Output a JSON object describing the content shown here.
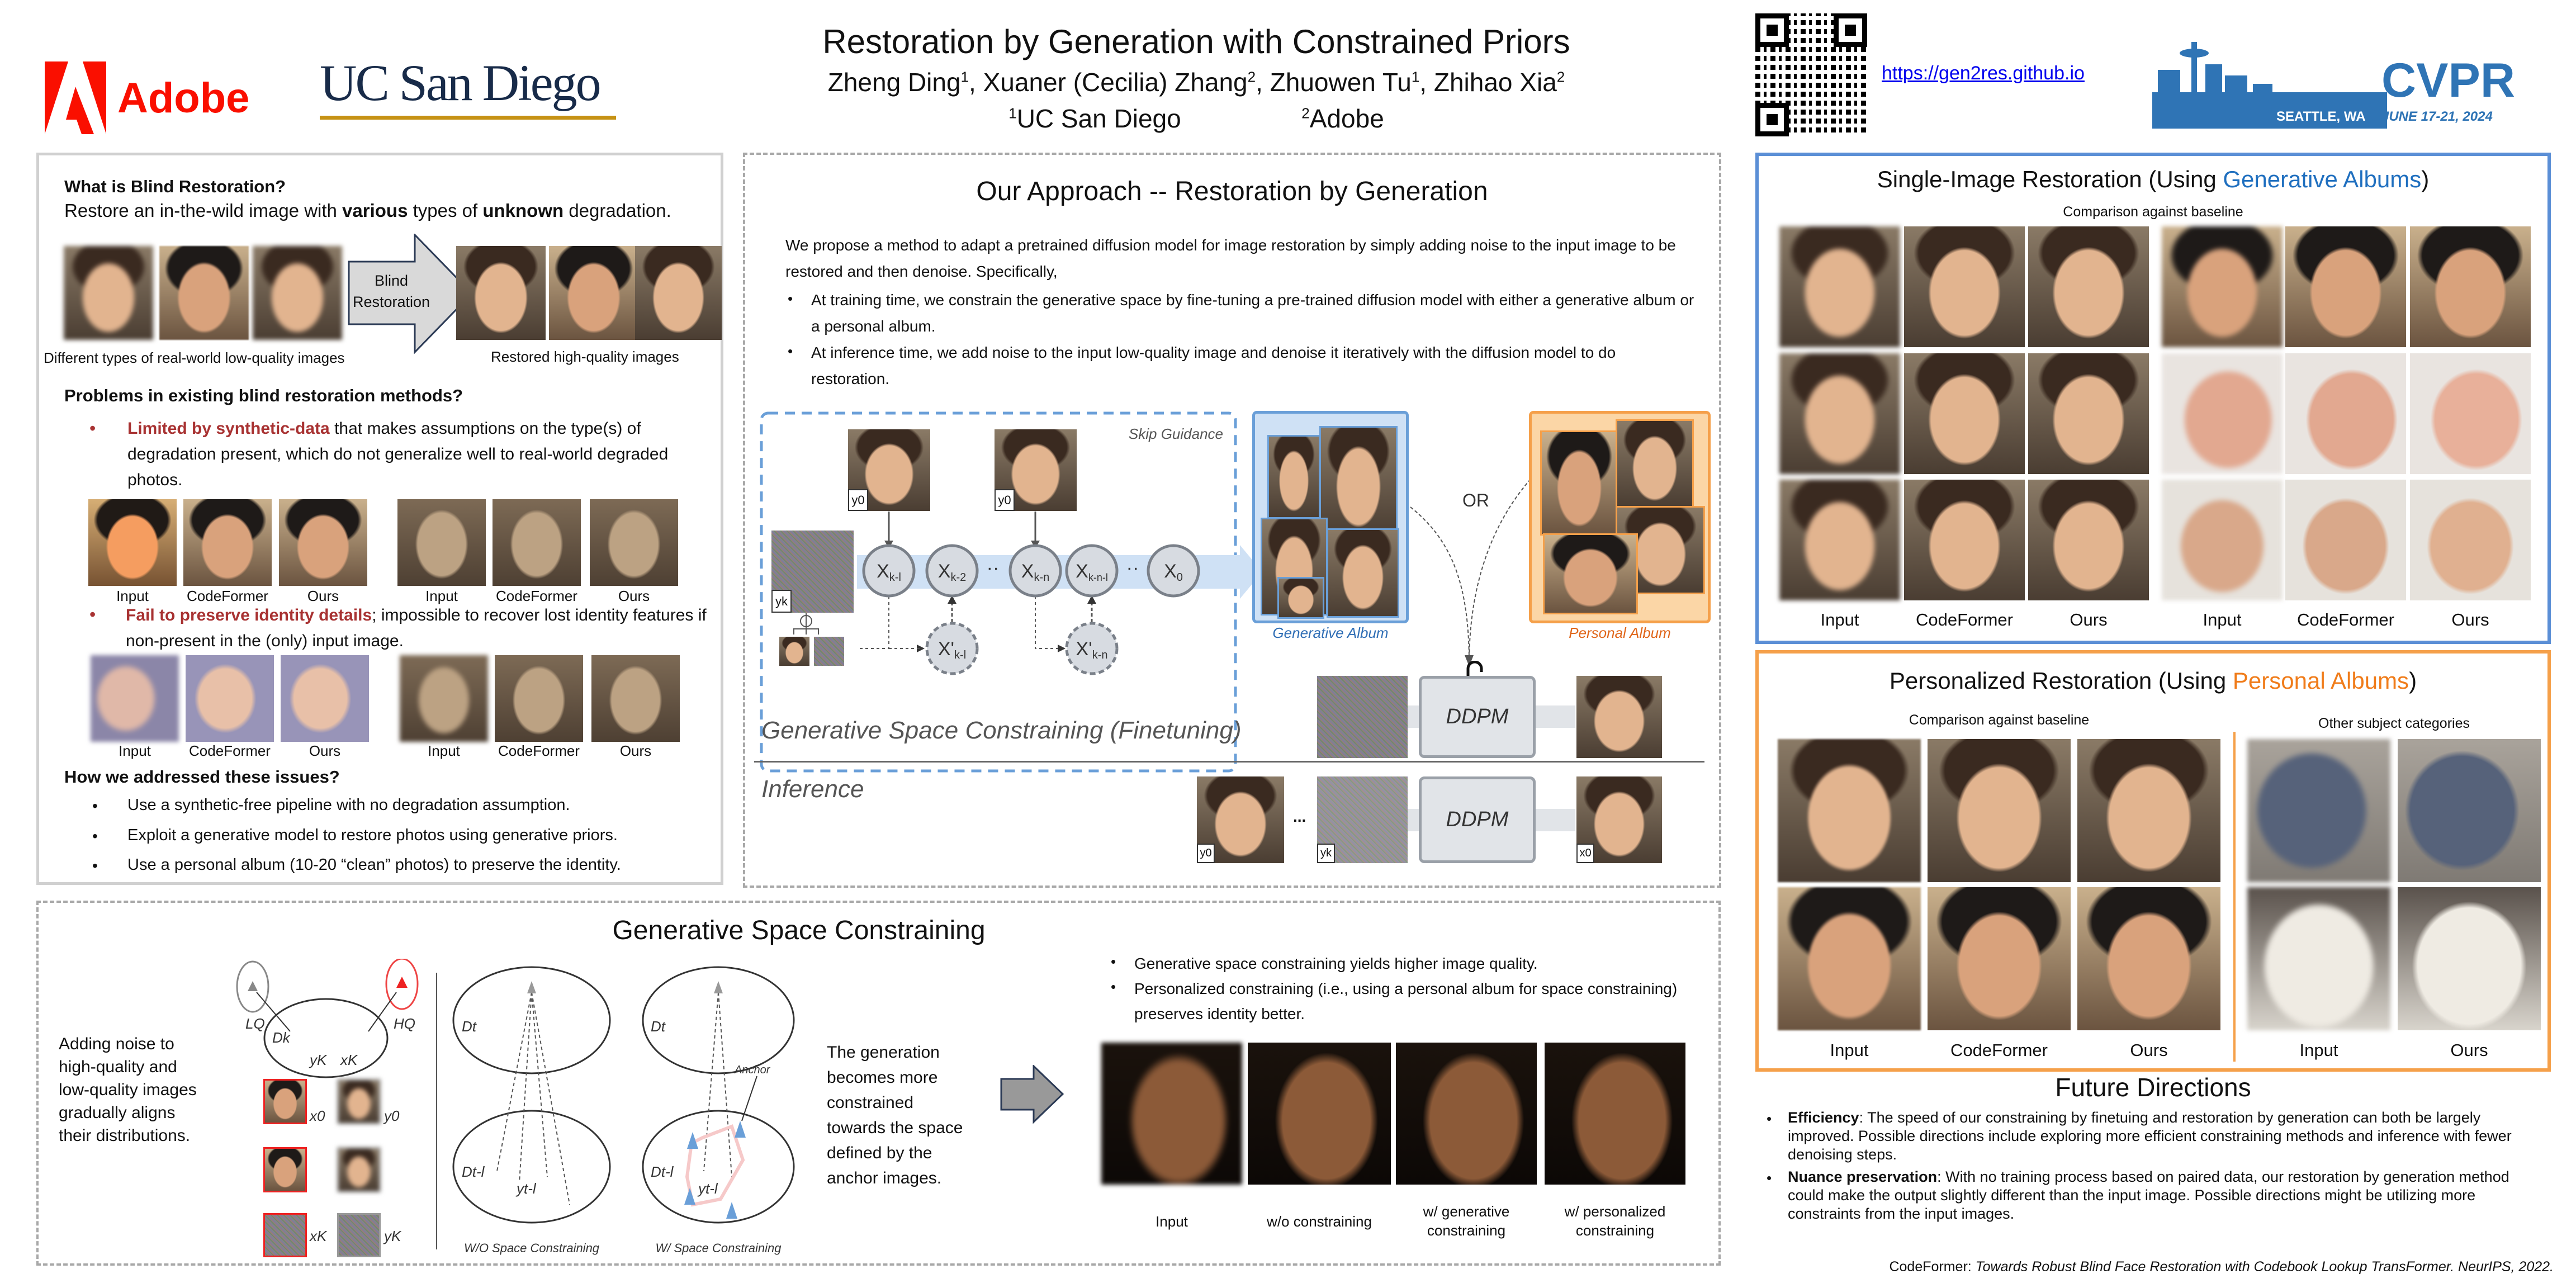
{
  "header": {
    "adobe_logo": "Adobe",
    "ucsd_logo": "UC San Diego",
    "title": "Restoration by Generation with Constrained Priors",
    "authors": [
      {
        "name": "Zheng Ding",
        "sup": "1"
      },
      {
        "name": "Xuaner (Cecilia) Zhang",
        "sup": "2"
      },
      {
        "name": "Zhuowen Tu",
        "sup": "1"
      },
      {
        "name": "Zhihao Xia",
        "sup": "2"
      }
    ],
    "affiliations": [
      {
        "sup": "1",
        "name": "UC San Diego"
      },
      {
        "sup": "2",
        "name": "Adobe"
      }
    ],
    "project_link": "https://gen2res.github.io",
    "cvpr_logo": {
      "name": "CVPR",
      "location": "SEATTLE, WA",
      "dates": "JUNE 17-21, 2024"
    }
  },
  "intro": {
    "q1": "What is Blind Restoration?",
    "a1": {
      "pre": "Restore an in-the-wild image with ",
      "b1": "various",
      "mid": " types of ",
      "b2": "unknown",
      "post": " degradation."
    },
    "arrow_label": "Blind Restoration",
    "caption_left": "Different types of real-world low-quality images",
    "caption_right": "Restored high-quality images",
    "q2": "Problems in existing blind restoration methods?",
    "problem1": {
      "highlight": "Limited by synthetic-data",
      "rest": " that makes assumptions on the type(s) of degradation present, which do not generalize well to real-world degraded photos."
    },
    "problem2": {
      "highlight": "Fail to preserve identity details",
      "rest": "; impossible to recover lost identity features if non-present in the (only) input image."
    },
    "compare_labels": [
      "Input",
      "CodeFormer",
      "Ours"
    ],
    "q3": "How we addressed these issues?",
    "solutions": [
      "Use a synthetic-free pipeline with no degradation assumption.",
      "Exploit a generative model to restore photos using generative priors.",
      "Use a personal album (10-20 “clean” photos) to preserve the identity."
    ]
  },
  "approach": {
    "title": "Our Approach -- Restoration by Generation",
    "intro": "We propose a method to adapt a pretrained diffusion model for image restoration by simply adding noise to the input image to be restored and then denoise. Specifically,",
    "bullets": [
      "At training time, we constrain the generative space by fine-tuning a pre-trained diffusion model with either a generative album or a personal album.",
      "At inference time, we add noise to the input low-quality image and denoise it iteratively with the diffusion model to do restoration."
    ],
    "skip_guidance": "Skip Guidance",
    "y0": "y0",
    "yk": "yk",
    "x0": "x0",
    "nodes": [
      {
        "main": "X",
        "sub": "k-l"
      },
      {
        "main": "X",
        "sub": "k-2"
      },
      {
        "main": "X",
        "sub": "k-n"
      },
      {
        "main": "X",
        "sub": "k-n-l"
      },
      {
        "main": "X",
        "sub": "0"
      }
    ],
    "skip_nodes": [
      {
        "main": "X'",
        "sub": "k-l"
      },
      {
        "main": "X'",
        "sub": "k-n"
      }
    ],
    "ellipsis": "··",
    "generative_album": "Generative Album",
    "or": "OR",
    "personal_album": "Personal Album",
    "ddpm": "DDPM",
    "finetune_label": "Generative Space Constraining (Finetuning)",
    "inference_label": "Inference",
    "inference_dots": "..."
  },
  "constraining": {
    "title": "Generative Space Constraining",
    "left_text": "Adding noise to high-quality and low-quality images gradually aligns their distributions.",
    "lq": "LQ",
    "hq": "HQ",
    "dk": "Dk",
    "yk": "yK",
    "xk": "xK",
    "x0": "x0",
    "y0": "y0",
    "dt": "Dt",
    "dt1": "Dt-l",
    "yt1": "yt-l",
    "anchor": "Anchor",
    "wo_label": "W/O Space Constraining",
    "w_label": "W/ Space Constraining",
    "middle_text": "The generation becomes more constrained towards the space defined by the anchor images.",
    "bullets": [
      "Generative space constraining yields higher image quality.",
      "Personalized constraining (i.e., using a personal album for space constraining) preserves identity better."
    ],
    "captions": [
      "Input",
      "w/o constraining",
      "w/ generative constraining",
      "w/ personalized constraining"
    ]
  },
  "single_image": {
    "title_pre": "Single-Image Restoration (Using ",
    "title_accent": "Generative Albums",
    "title_post": ")",
    "subtitle": "Comparison against baseline",
    "labels": [
      "Input",
      "CodeFormer",
      "Ours",
      "Input",
      "CodeFormer",
      "Ours"
    ]
  },
  "personalized": {
    "title_pre": "Personalized Restoration (Using ",
    "title_accent": "Personal Albums",
    "title_post": ")",
    "subtitle_left": "Comparison against baseline",
    "subtitle_right": "Other subject categories",
    "labels_left": [
      "Input",
      "CodeFormer",
      "Ours"
    ],
    "labels_right": [
      "Input",
      "Ours"
    ]
  },
  "future": {
    "title": "Future Directions",
    "items": [
      {
        "bold": "Efficiency",
        "text": ": The speed of our constraining by finetuing and restoration by generation can both be largely improved. Possible directions include exploring more efficient constraining methods and inference with fewer denoising steps."
      },
      {
        "bold": "Nuance preservation",
        "text": ": With no training process based on paired data, our restoration by generation method could make the output slightly different than the input image. Possible directions might be utilizing more constraints from the input images."
      }
    ]
  },
  "citation": {
    "name": "CodeFormer:",
    "title": " Towards Robust Blind Face Restoration with Codebook Lookup TransFormer. NeurIPS, 2022."
  },
  "colors": {
    "red": "#a83232",
    "blue": "#1f6fbf",
    "orange": "#f07c1a",
    "panel_blue": "#5b8fd6",
    "panel_orange": "#f5a04a"
  }
}
